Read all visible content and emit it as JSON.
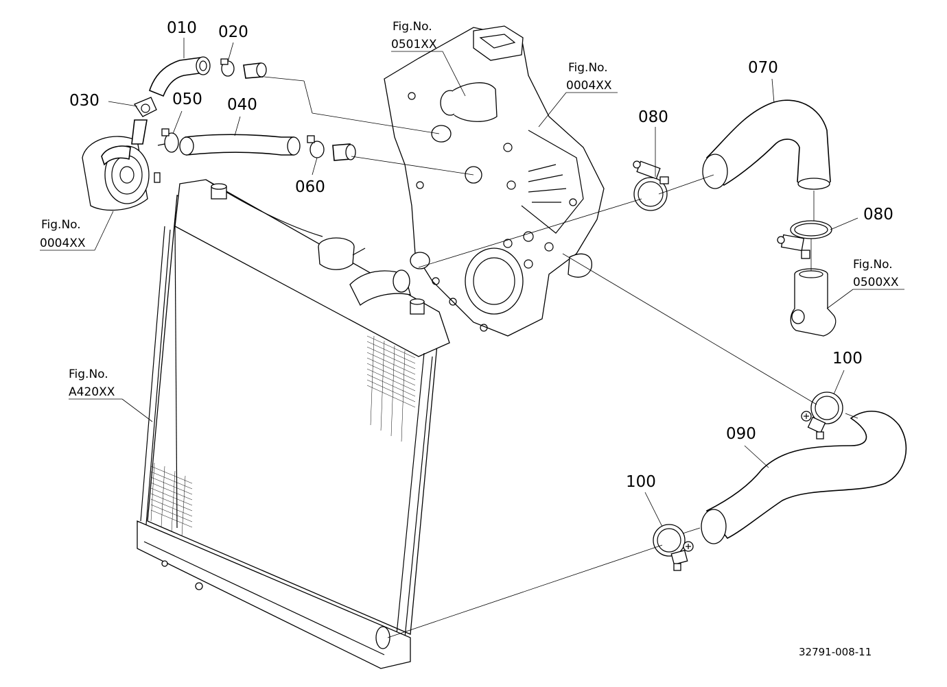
{
  "callouts": {
    "p010": "010",
    "p020": "020",
    "p030": "030",
    "p040": "040",
    "p050": "050",
    "p060": "060",
    "p070": "070",
    "p080a": "080",
    "p080b": "080",
    "p090": "090",
    "p100a": "100",
    "p100b": "100"
  },
  "figure_refs": {
    "oil_cooler": {
      "label": "Fig.No.",
      "number": "0004XX"
    },
    "water_flange": {
      "label": "Fig.No.",
      "number": "0501XX"
    },
    "gear_case": {
      "label": "Fig.No.",
      "number": "0004XX"
    },
    "thermostat": {
      "label": "Fig.No.",
      "number": "0500XX"
    },
    "radiator": {
      "label": "Fig.No.",
      "number": "A420XX"
    }
  },
  "document_id": "32791-008-11"
}
